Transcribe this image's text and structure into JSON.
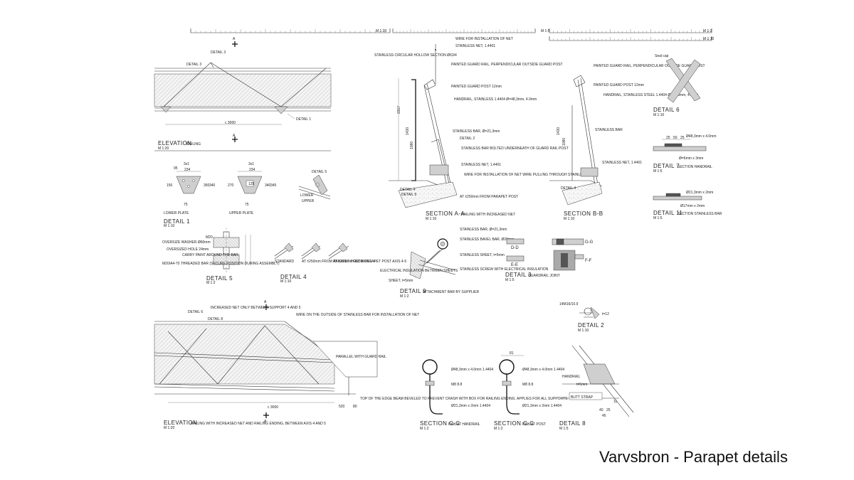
{
  "title": "Varvsbron - Parapet details",
  "scale_bars": [
    "M 1:20",
    "M 1:5",
    "M 1:2",
    "M 1:10"
  ],
  "elevation_top": {
    "title": "ELEVATION",
    "subtitle": "RAILING",
    "scale": "M 1:20",
    "labels": [
      "DETAIL 3",
      "DETAIL 3",
      "DETAIL 1"
    ],
    "dimension": "c 3000",
    "section_marks": [
      "A",
      "A"
    ]
  },
  "detail1": {
    "title": "DETAIL 1",
    "scale": "M 1:10",
    "lower_plate": "LOWER PLATE",
    "upper_plate": "UPPER PLATE",
    "dims": [
      "3x1",
      "234",
      "95",
      "150",
      "350",
      "340",
      "75",
      "3x1",
      "234",
      "125",
      "270",
      "340",
      "345",
      "75"
    ]
  },
  "detail5": {
    "title": "DETAIL 5",
    "scale": "M 1:2",
    "notes": [
      "M20",
      "OVERSIZE WASHER Ø60mm",
      "OVERSIZED HOLE 24mm",
      "CARRY PAINT AROUND THE BAR",
      "M20/A4-70 THREADED BAR (SECURE POSITION DURING ASSEMBLY)"
    ],
    "small_labels": [
      "DETAIL 5",
      "LOWER",
      "UPPER"
    ]
  },
  "detail4": {
    "title": "DETAIL 4",
    "scale": "M 1:10",
    "labels": [
      "STANDARD",
      "AT ±250mm FROM PARAPET POST AXIS 1-4",
      "AT ±250mm FROM PARAPET POST AXIS 4-5"
    ]
  },
  "sectionAA": {
    "title": "SECTION A-A",
    "subtitle": "RAILING WITH INCREASED NET",
    "scale": "M 1:10",
    "notes": [
      "WIRE FOR INSTALLATION OF NET",
      "STAINLESS NET, 1.4401",
      "STAINLESS CIRCULAR HOLLOW SECTION Ø63/4",
      "PAINTED GUARD RAIL, PERPENDICULAR OUTSIDE GUARD POST",
      "PAINTED GUARD POST 12mm",
      "HANDRAIL, STAINLESS 1.4404 Ø=48,3mm, 4.0mm",
      "STAINLESS BAR, Ø=21,3mm",
      "DETAIL 2",
      "STAINLESS BAR BOLTED UNDERNEATH OF GUARD RAIL POST",
      "STAINLESS NET, 1.4401",
      "WIRE FOR INSTALLATION OF NET WIRE PULLING THROUGH STAINLESS LOOP",
      "DETAIL 4",
      "DETAIL 9",
      "AT ±250mm FROM PARAPET POST"
    ],
    "dims": [
      "2317",
      "1430",
      "1080"
    ]
  },
  "sectionBB": {
    "title": "SECTION B-B",
    "scale": "M 1:10",
    "notes": [
      "PAINTED GUARD RAIL, PERPENDICULAR OUTSIDE GUARD POST",
      "PAINTED GUARD POST 12mm",
      "HANDRAIL, STAINLESS STEEL 1.4404 Ø=48,3mm, 4.0mm",
      "STAINLESS BAR",
      "STAINLESS NET, 1.4401",
      "DETAIL 4"
    ],
    "dims": [
      "1430",
      "1080"
    ]
  },
  "detail6": {
    "title": "DETAIL 6",
    "scale": "M 1:10",
    "note": "Seal cap"
  },
  "detail7": {
    "title": "DETAIL 7",
    "subtitle": "SECTION HANDRAIL",
    "scale": "M 1:5",
    "notes": [
      "Ø48,3mm x 4.0mm",
      "Ø=6mm x 3mm",
      "25",
      "50",
      "25"
    ]
  },
  "detail11": {
    "title": "DETAIL 11",
    "subtitle": "SECTION STAINLESS BAR",
    "scale": "M 1:5",
    "notes": [
      "Ø21,3mm x 2mm",
      "Ø17mm x 2mm"
    ]
  },
  "detail9": {
    "title": "DETAIL 9",
    "subtitle": "ATTACHMENT BAR BY SUPPLIER",
    "scale": "M 1:2",
    "notes": [
      "STAINLESS BAR, Ø=21,3mm",
      "STAINLESS BAVEL BAR, Ø28mm",
      "STAINLESS SHEET, t=5mm",
      "STAINLESS SCREW WITH ELECTRICAL INSULATION",
      "ELECTRICAL INSULATION BETWEEN SHEETS",
      "SHEET, t=5mm"
    ]
  },
  "detail3": {
    "title": "DETAIL 3",
    "subtitle": "GUARDRAIL JOINT",
    "scale": "M 1:5",
    "labels": [
      "D-D",
      "E-E",
      "G-G",
      "F-F"
    ]
  },
  "detail2": {
    "title": "DETAIL 2",
    "scale": "M 1:10",
    "note": "14M16/10.9",
    "dim": "t=12"
  },
  "elevation_bottom": {
    "title": "ELEVATION",
    "subtitle": "RAILING WITH INCREASED NET AND RAILING ENDING, BETWEEN AXIS 4 AND 5",
    "scale": "M 1:20",
    "notes": [
      "DETAIL 6",
      "DETAIL 8",
      "INCREASED NET ONLY BETWEEN SUPPORT 4 AND 5",
      "WIRE ON THE OUTSIDE OF STAINLESS BAR FOR INSTALLATION OF NET",
      "PARALLEL WITH GUARD RAIL",
      "TOP OF THE EDGE BEAM BEVELED TO PREVENT CRASH WITH BOX FOR RAILING ENDING. APPLIES FOR ALL SUPPORTS"
    ],
    "dims": [
      "c 3000",
      "520",
      "80"
    ],
    "section_marks": [
      "A",
      "A"
    ]
  },
  "sectionCC_handrail": {
    "title": "SECTION C-C",
    "subtitle": "RAIL AT HANDRAIL",
    "scale": "M 1:2",
    "notes": [
      "Ø48,3mm x 4.0mm 1.4404",
      "M8 8.8",
      "Ø21,3mm x 2mm 1.4404"
    ]
  },
  "sectionCC_post": {
    "title": "SECTION C-C",
    "subtitle": "RAIL AT POST",
    "scale": "M 1:2",
    "notes": [
      "Ø48,3mm x 4.0mm 1.4404",
      "M8 8.8",
      "Ø21,3mm x 2mm 1.4404",
      "81"
    ]
  },
  "detail8": {
    "title": "DETAIL 8",
    "scale": "M 1:5",
    "notes": [
      "HANDRAIL",
      "t=5mm",
      "BUTT STRAP",
      "40",
      "25",
      "45",
      "11"
    ]
  }
}
